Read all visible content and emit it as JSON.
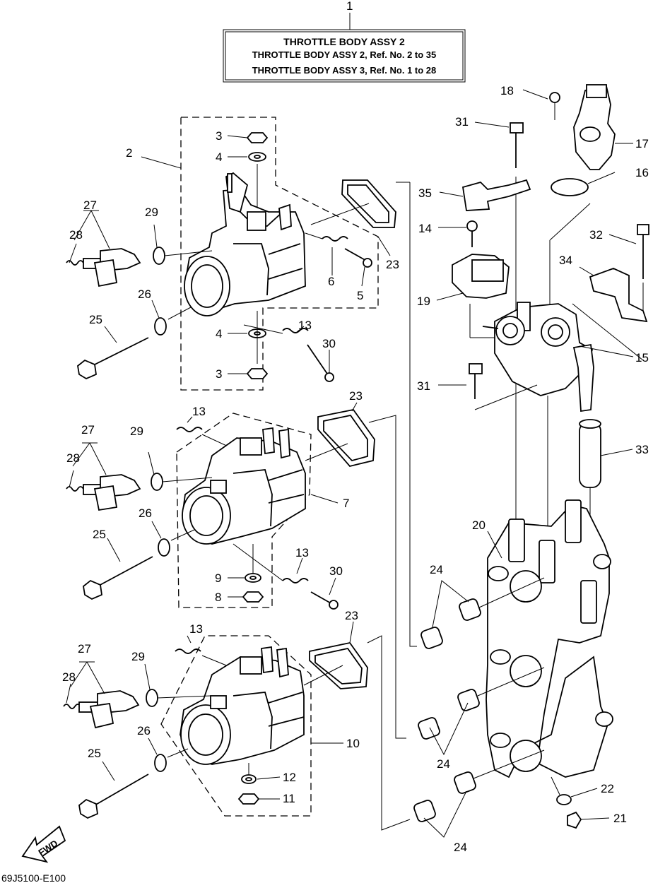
{
  "title_box": {
    "ref": "1",
    "line1": "THROTTLE  BODY ASSY 2",
    "line2": "THROTTLE BODY ASSY 2, Ref. No. 2 to 35",
    "line3": "THROTTLE BODY ASSY 3, Ref. No. 1 to 28"
  },
  "callouts": {
    "c2": "2",
    "c3a": "3",
    "c4a": "4",
    "c4b": "4",
    "c3b": "3",
    "c5": "5",
    "c6": "6",
    "c13a": "13",
    "c30a": "30",
    "c27a": "27",
    "c28a": "28",
    "c29a": "29",
    "c26a": "26",
    "c25a": "25",
    "c23a": "23",
    "c23b": "23",
    "c23c": "23",
    "c13b": "13",
    "c27b": "27",
    "c28b": "28",
    "c29b": "29",
    "c26b": "26",
    "c25b": "25",
    "c7": "7",
    "c9": "9",
    "c8": "8",
    "c13c": "13",
    "c30b": "30",
    "c13d": "13",
    "c27c": "27",
    "c28c": "28",
    "c29c": "29",
    "c26c": "26",
    "c25c": "25",
    "c10": "10",
    "c12": "12",
    "c11": "11",
    "c18": "18",
    "c17": "17",
    "c31a": "31",
    "c16": "16",
    "c35": "35",
    "c14": "14",
    "c32": "32",
    "c34": "34",
    "c19": "19",
    "c15": "15",
    "c31b": "31",
    "c33": "33",
    "c20": "20",
    "c24a": "24",
    "c24b": "24",
    "c24c": "24",
    "c22": "22",
    "c21": "21"
  },
  "fwd_label": "FWD",
  "drawing_code": "69J5100-E100"
}
